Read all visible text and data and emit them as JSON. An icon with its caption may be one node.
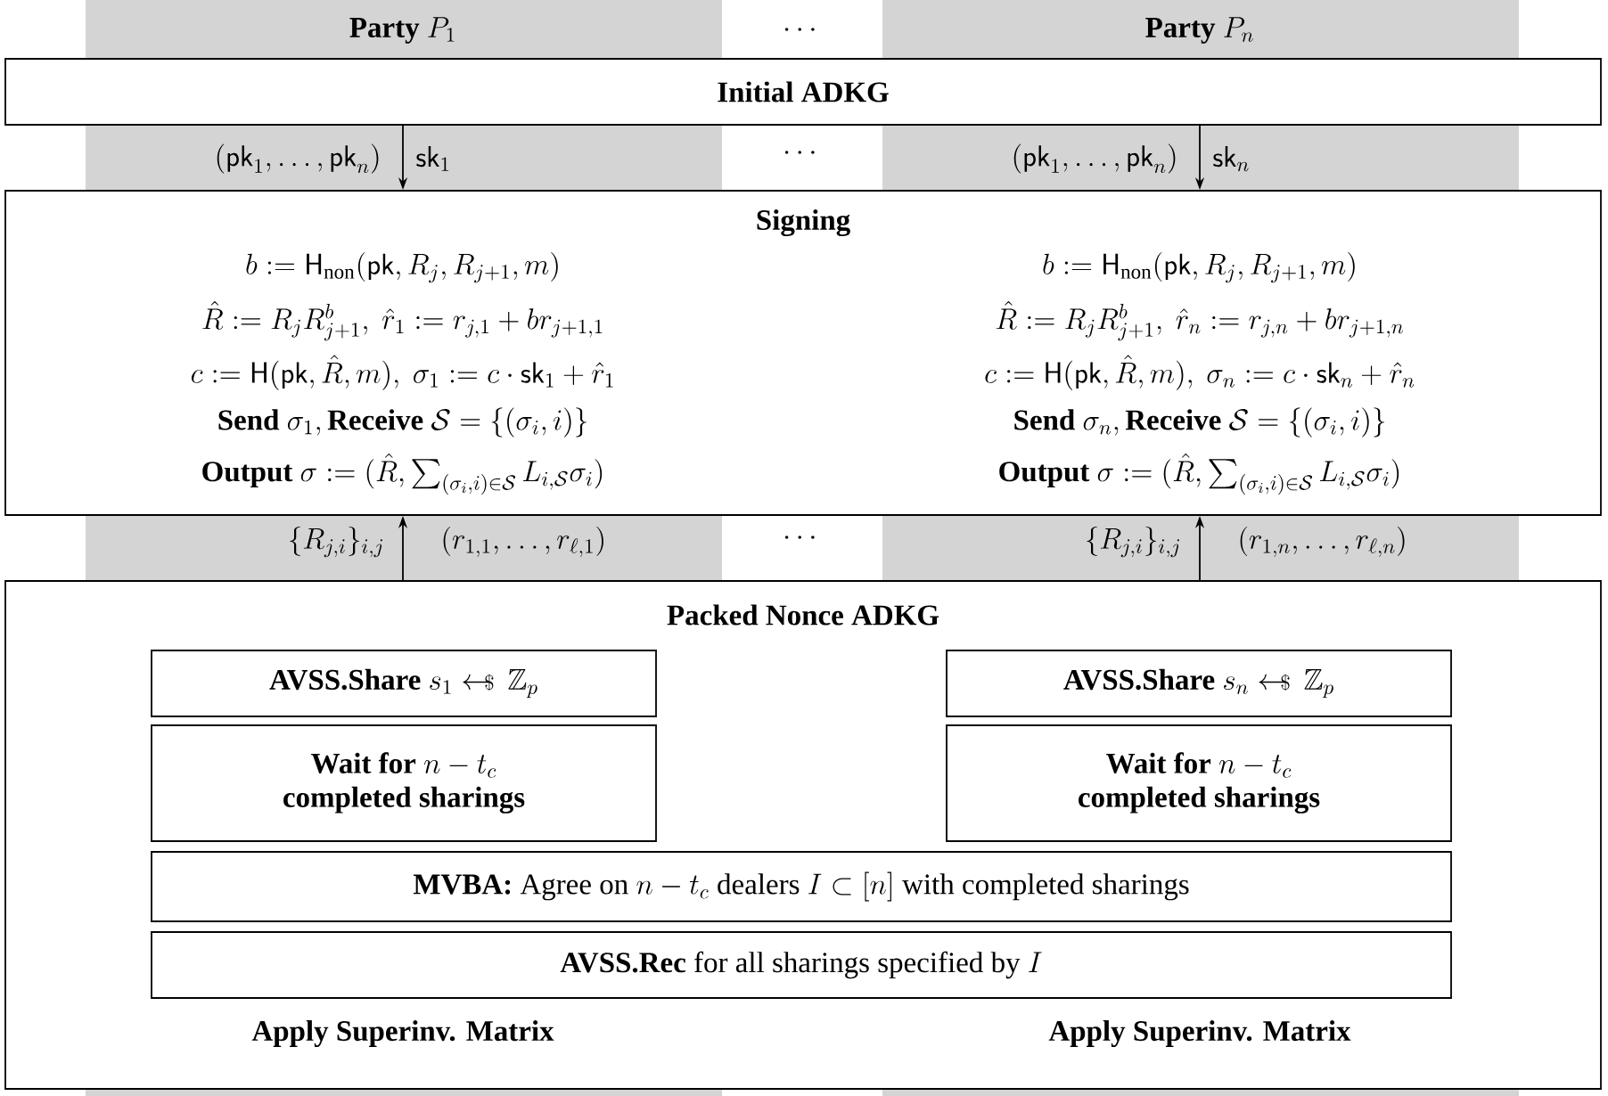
{
  "diagram": {
    "nodes": [
      {
        "text": [
          "Initial ADKG"
        ]
      },
      {
        "text": [
          "Signing",
          "b := \\mathsf{H}_{\\mathrm{non}}(\\mathsf{pk}, R_j, R_{j+1}, m)",
          "\\hat{R} := R_j R_{j+1}^b,\\ \\hat{r}_1 := r_{j,1} + b r_{j+1,1}",
          "c := \\mathsf{H}(\\mathsf{pk}, \\hat{R}, m),\\ \\sigma_1 := c\\cdot\\mathsf{sk}_1 + \\hat{r}_1",
          "\\textbf{Send }\\sigma_1, \\textbf{Receive }\\mathcal{S} = \\{(\\sigma_i, i)\\}",
          "\\textbf{Output }\\sigma := (\\hat{R}, \\sum_{(\\sigma_i,i)\\in\\mathcal{S}} L_{i,\\mathcal{S}}\\sigma_i)",
          "b := \\mathsf{H}_{\\mathrm{non}}(\\mathsf{pk}, R_j, R_{j+1}, m)",
          "\\hat{R} := R_j R_{j+1}^b,\\ \\hat{r}_n := r_{j,n} + b r_{j+1,n}",
          "c := \\mathsf{H}(\\mathsf{pk}, \\hat{R}, m),\\ \\sigma_n := c\\cdot\\mathsf{sk}_n + \\hat{r}_n",
          "\\textbf{Send }\\sigma_n, \\textbf{Receive }\\mathcal{S} = \\{(\\sigma_i, i)\\}",
          "\\textbf{Output }\\sigma := (\\hat{R}, \\sum_{(\\sigma_i,i)\\in\\mathcal{S}} L_{i,\\mathcal{S}}\\sigma_i)"
        ]
      },
      {
        "text": [
          "Packed Nonce ADKG",
          "Apply Superinv. Matrix",
          "Apply Superinv. Matrix"
        ]
      },
      {
        "text": [
          "\\textbf{AVSS.Share }s_1 \\mathrel{\\leftarrow\\!\\!\\!{\\scriptstyle\\$}}\\,\\mathbb{Z}_p"
        ],
        "in": 2
      },
      {
        "text": [
          "\\textbf{AVSS.Share }s_n \\mathrel{\\leftarrow\\!\\!\\!{\\scriptstyle\\$}}\\,\\mathbb{Z}_p"
        ],
        "in": 2
      },
      {
        "text": [
          "\\begin{array}{c}\\textbf{Wait for }n-t_c\\\\ \\textbf{completed sharings}\\end{array}"
        ],
        "in": 2
      },
      {
        "text": [
          "\\begin{array}{c}\\textbf{Wait for }n-t_c\\\\ \\textbf{completed sharings}\\end{array}"
        ],
        "in": 2
      },
      {
        "text": [
          "\\textbf{MVBA:}\\ \\textrm{Agree on }n-t_c\\textrm{ dealers }I\\subset[n]\\textrm{ with completed sharings}"
        ],
        "in": 2
      },
      {
        "text": [
          "\\textbf{AVSS.Rec}\\textrm{ for all sharings specified by }I"
        ],
        "in": 2
      }
    ],
    "edges": [
      {
        "from": 0,
        "to": 1,
        "arrow": "to"
      },
      {
        "from": 0,
        "to": 1,
        "arrow": "to"
      },
      {
        "from": 2,
        "to": 1,
        "arrow": "to"
      },
      {
        "from": 2,
        "to": 1,
        "arrow": "to"
      }
    ],
    "labels": [
      "\\textbf{Party }P_1",
      "\\cdots",
      "\\textbf{Party }P_n",
      "(\\mathsf{pk}_1, \\ldots, \\mathsf{pk}_n)",
      "\\mathsf{sk}_1",
      "\\cdots",
      "(\\mathsf{pk}_1, \\ldots, \\mathsf{pk}_n)",
      "\\mathsf{sk}_n",
      "\\{R_{j,i}\\}_{i,j}",
      "(r_{1,1}, \\ldots, r_{\\ell,1})",
      "\\cdots",
      "\\{R_{j,i}\\}_{i,j}",
      "(r_{1,n}, \\ldots, r_{\\ell,n})"
    ]
  }
}
